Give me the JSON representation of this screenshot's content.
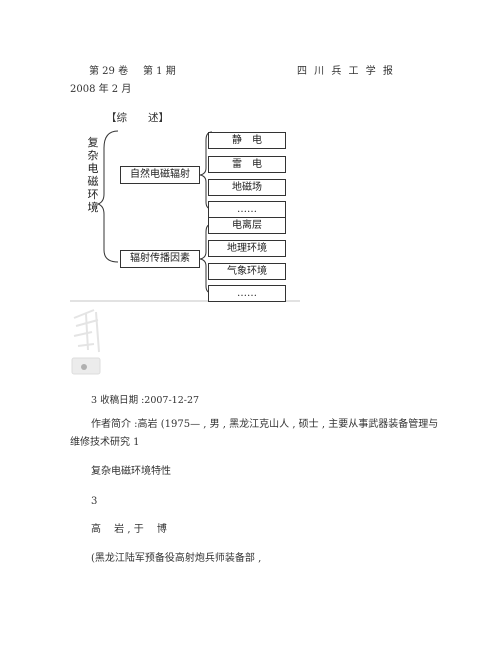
{
  "header": {
    "volume": "第 29 卷",
    "issue": "第 1 期",
    "journal": "四 川 兵 工 学 报",
    "date": "2008 年 2 月"
  },
  "section_tag": "【综　　述】",
  "diagram": {
    "root": "复杂电磁环境",
    "groups": [
      {
        "label": "自然电磁辐射",
        "children": [
          "静　电",
          "雷　电",
          "地磁场",
          "……"
        ]
      },
      {
        "label": "辐射传播因素",
        "children": [
          "电离层",
          "地理环境",
          "气象环境",
          "……"
        ]
      }
    ]
  },
  "body": {
    "received": "3 收稿日期 :2007-12-27",
    "author_bio_line1": "作者简介 :高岩 (1975— , 男 , 黑龙江克山人 , 硕士 , 主要从事武器装备管理与",
    "author_bio_line2": "维修技术研究 1",
    "article_title": "复杂电磁环境特性",
    "marker": "3",
    "authors": "高　 岩 , 于　 博",
    "affiliation": "(黑龙江陆军预备役高射炮兵师装备部 ,"
  }
}
